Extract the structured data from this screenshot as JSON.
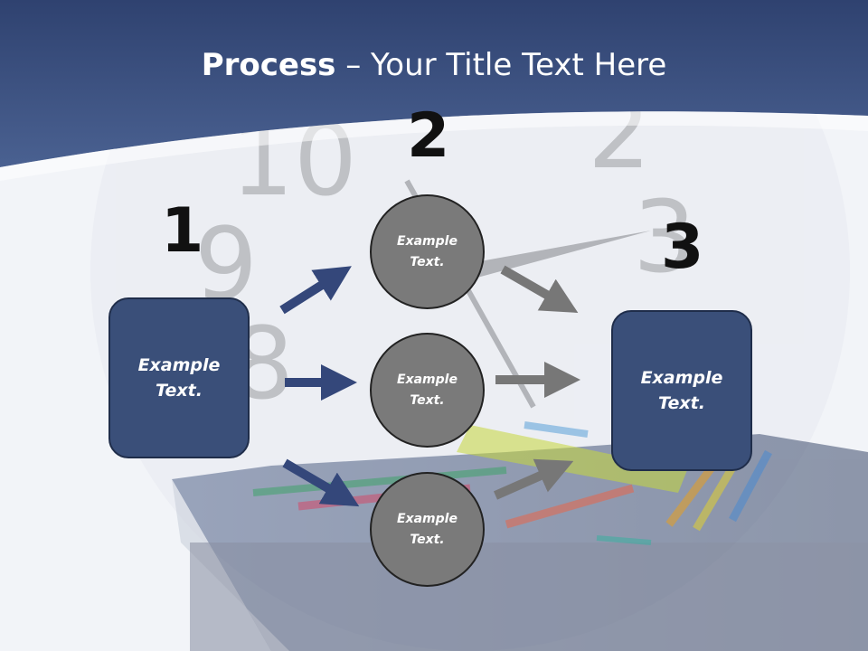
{
  "slide": {
    "title_bold": "Process",
    "title_rest": " – Your Title Text Here"
  },
  "numbers": [
    "1",
    "2",
    "3"
  ],
  "left_box": {
    "text": "Example\nText."
  },
  "right_box": {
    "text": "Example\nText."
  },
  "circles": [
    {
      "text": "Example\nText."
    },
    {
      "text": "Example\nText."
    },
    {
      "text": "Example\nText."
    }
  ],
  "colors": {
    "header": "#34477a",
    "box_fill": "#3a4f79",
    "circle_fill": "#7a7a7a",
    "arrow_blue": "#34477a",
    "arrow_gray": "#777777"
  }
}
